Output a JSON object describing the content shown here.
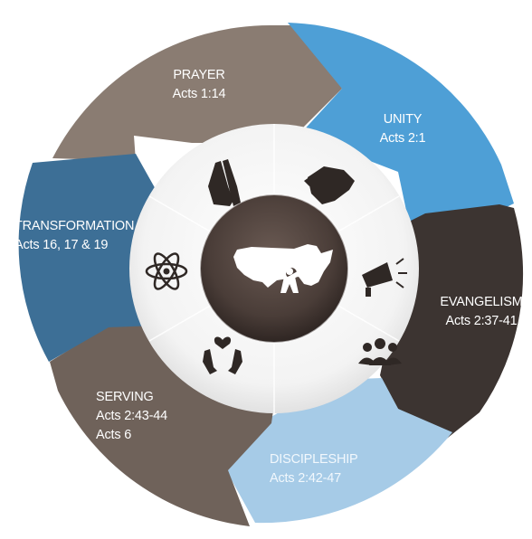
{
  "segments": [
    {
      "key": "prayer",
      "title": "PRAYER",
      "lines": [
        "Acts 1:14"
      ],
      "color": "#8a7c72"
    },
    {
      "key": "unity",
      "title": "UNITY",
      "lines": [
        "Acts 2:1"
      ],
      "color": "#4e9fd6"
    },
    {
      "key": "evangelism",
      "title": "EVANGELISM",
      "lines": [
        "Acts 2:37-41"
      ],
      "color": "#3c3431"
    },
    {
      "key": "discipleship",
      "title": "DISCIPLESHIP",
      "lines": [
        "Acts 2:42-47"
      ],
      "color": "#a6cbe7"
    },
    {
      "key": "serving",
      "title": "SERVING",
      "lines": [
        "Acts 2:43-44",
        "Acts 6"
      ],
      "color": "#6f625a"
    },
    {
      "key": "transformation",
      "title": "TRANSFORMATION",
      "lines": [
        "Acts 16, 17 & 19"
      ],
      "color": "#3d6f96"
    }
  ],
  "icons": [
    "praying-hands-icon",
    "handshake-icon",
    "megaphone-icon",
    "group-icon",
    "hands-heart-icon",
    "atom-icon"
  ],
  "center": {
    "icon": "usa-map-with-figure-icon",
    "ring_color": "#4a3d38"
  }
}
